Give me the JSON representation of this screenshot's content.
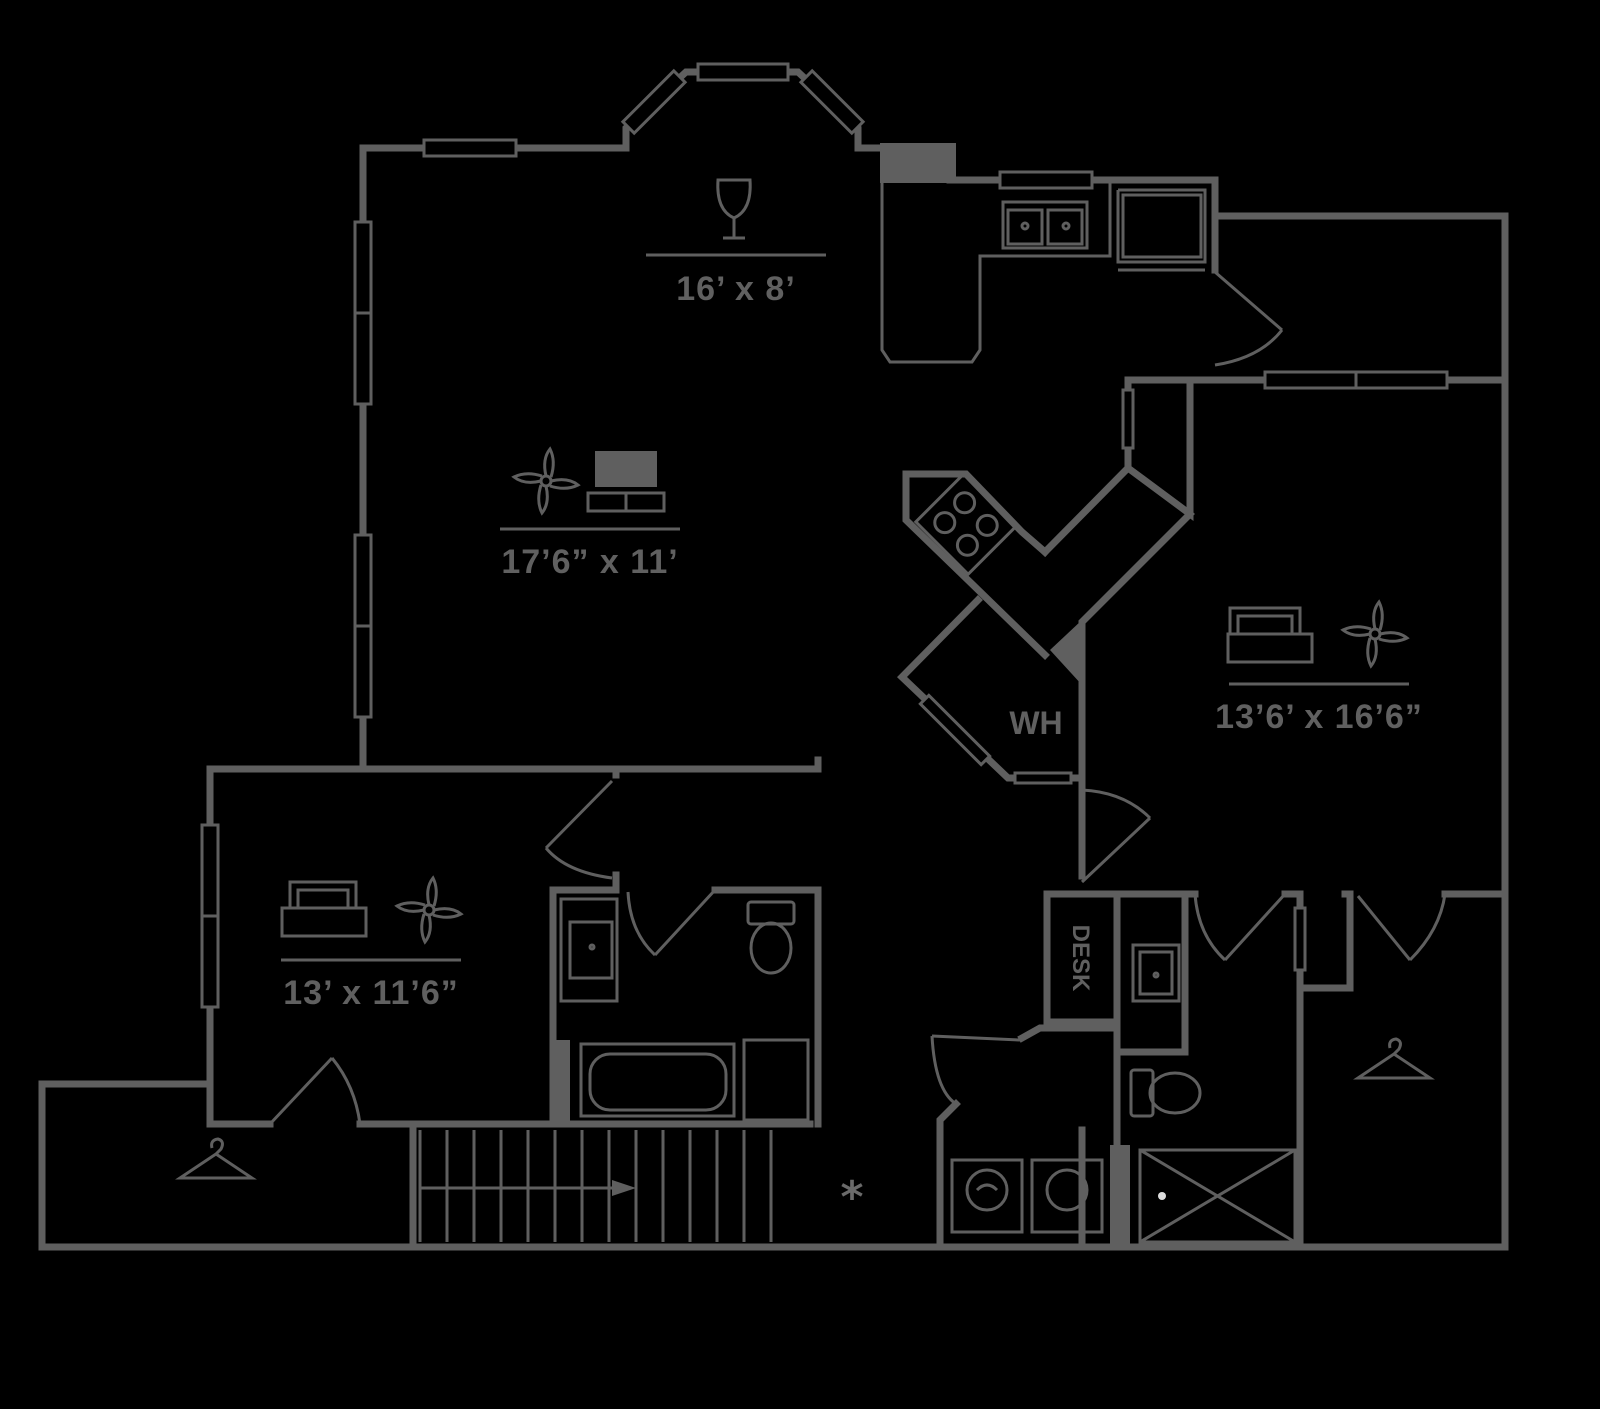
{
  "rooms": {
    "dining": {
      "dimensions": "16’ x 8’",
      "icon": "wine-glass-icon"
    },
    "living": {
      "dimensions": "17’6” x 11’",
      "icons": [
        "ceiling-fan-icon",
        "tv-icon"
      ]
    },
    "bedroom_1": {
      "dimensions": "13’6’ x 16’6”",
      "icons": [
        "bed-icon",
        "ceiling-fan-icon"
      ]
    },
    "bedroom_2": {
      "dimensions": "13’ x 11’6”",
      "icons": [
        "bed-icon",
        "ceiling-fan-icon"
      ]
    }
  },
  "labels": {
    "water_heater": "WH",
    "desk": "DESK",
    "asterisk": "*"
  },
  "colors": {
    "background": "#000000",
    "linework": "#5f5f5f"
  }
}
